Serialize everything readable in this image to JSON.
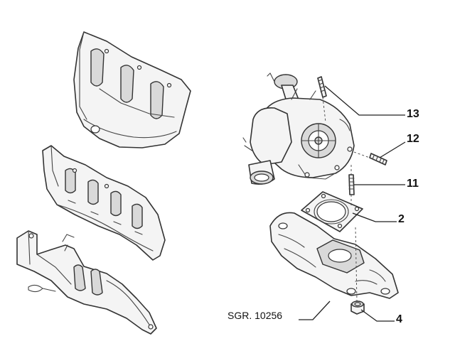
{
  "diagram": {
    "callouts": [
      {
        "id": "c13",
        "label": "13"
      },
      {
        "id": "c12",
        "label": "12"
      },
      {
        "id": "c11",
        "label": "11"
      },
      {
        "id": "c2",
        "label": "2"
      },
      {
        "id": "c4",
        "label": "4"
      }
    ],
    "reference": "SGR. 10256",
    "colors": {
      "line": "#333333",
      "fill": "#f4f4f4",
      "background": "#ffffff"
    }
  }
}
